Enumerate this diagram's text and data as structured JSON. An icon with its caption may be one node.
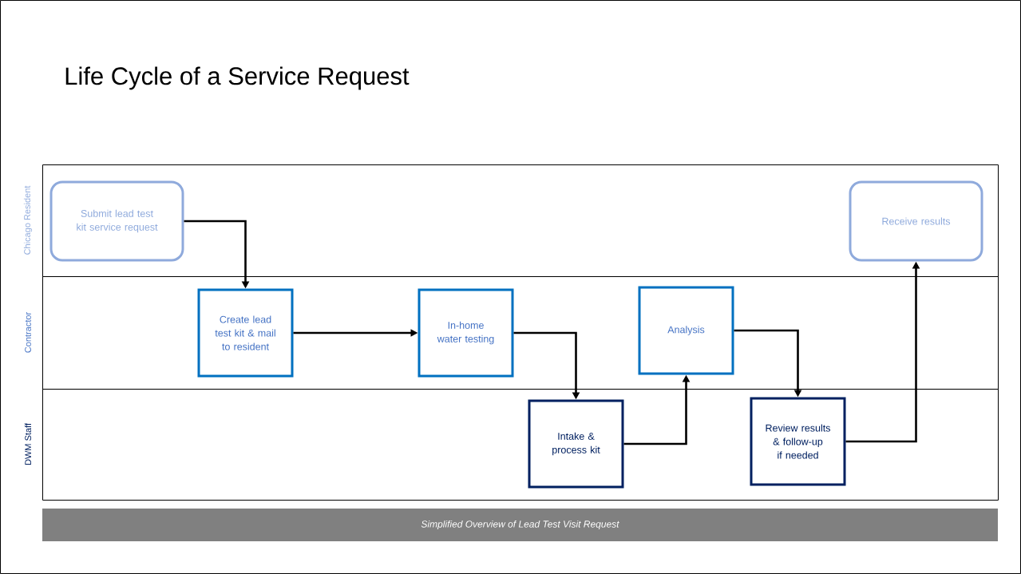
{
  "diagram": {
    "title": "Life Cycle of a Service Request",
    "caption": "Simplified Overview of Lead Test Visit Request",
    "nodes": [
      {
        "text": [
          "Chicago Resident"
        ]
      },
      {
        "text": [
          "Submit lead test kit service request"
        ],
        "in": 0
      },
      {
        "text": [
          "Receive results"
        ],
        "in": 0
      },
      {
        "text": [
          "Contractor"
        ]
      },
      {
        "text": [
          "Create lead test kit & mail to resident"
        ],
        "in": 3
      },
      {
        "text": [
          "In-home water testing"
        ],
        "in": 3
      },
      {
        "text": [
          "Analysis"
        ],
        "in": 3
      },
      {
        "text": [
          "DWM Staff"
        ]
      },
      {
        "text": [
          "Intake & process kit"
        ],
        "in": 7
      },
      {
        "text": [
          "Review results & follow-up if needed"
        ],
        "in": 7
      }
    ],
    "edges": [
      {
        "from": 1,
        "to": 4,
        "arrow": "to"
      },
      {
        "from": 4,
        "to": 5,
        "arrow": "to"
      },
      {
        "from": 5,
        "to": 8,
        "arrow": "to"
      },
      {
        "from": 8,
        "to": 6,
        "arrow": "to"
      },
      {
        "from": 6,
        "to": 9,
        "arrow": "to"
      },
      {
        "from": 9,
        "to": 2,
        "arrow": "to"
      }
    ]
  }
}
